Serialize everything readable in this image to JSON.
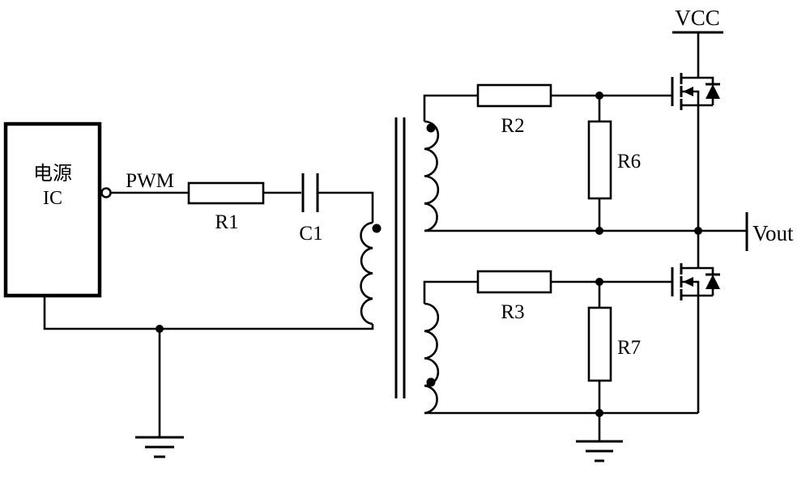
{
  "labels": {
    "ic_line1": "电源",
    "ic_line2": "IC",
    "pwm": "PWM",
    "r1": "R1",
    "c1": "C1",
    "r2": "R2",
    "r6": "R6",
    "r3": "R3",
    "r7": "R7",
    "vcc": "VCC",
    "vout": "Vout"
  },
  "colors": {
    "line": "#000000",
    "background": "#ffffff"
  }
}
